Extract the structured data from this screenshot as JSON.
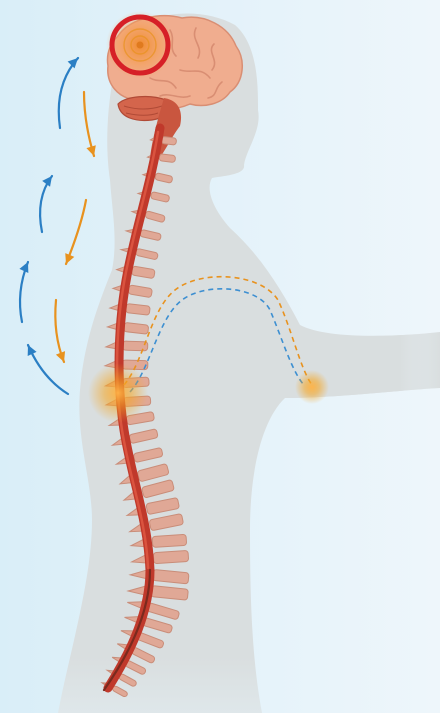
{
  "colors": {
    "background_left": "#d9eef8",
    "background_right": "#eef6fb",
    "body": "#d9dedf",
    "brain": "#f0ad8f",
    "brain_outline": "#d98e73",
    "brainstem": "#c9563f",
    "spinal_cord": "#c0392b",
    "vertebra": "#e0a896",
    "vertebra_edge": "#c98d79",
    "target_ring": "#d62027",
    "ascending_arrow": "#2b7fc4",
    "descending_arrow": "#e8921e",
    "glow": "#f5a623",
    "nerve_orange": "#e8921e",
    "nerve_blue": "#3d8fd1"
  },
  "icons": [
    "brain-icon",
    "target-circle-icon",
    "spinal-cord-icon",
    "vertebra-icon",
    "up-arrow-icon",
    "down-arrow-icon",
    "pain-glow-icon",
    "nerve-path-icon"
  ],
  "diagram": {
    "ascending_arrows": 4,
    "descending_arrows": 3,
    "vertebrae": 33,
    "pain_sites": 2,
    "nerve_paths": 2
  }
}
